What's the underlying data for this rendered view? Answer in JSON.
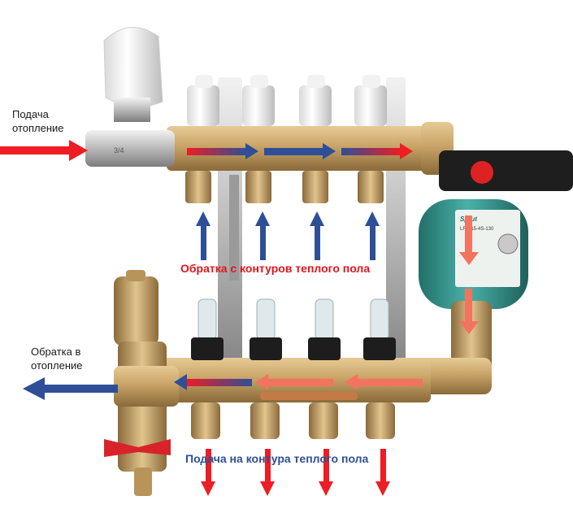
{
  "labels": {
    "supply_heating": [
      "Подача",
      "отопление"
    ],
    "return_heating": [
      "Обратка в",
      "отопление"
    ],
    "return_circuits": "Обратка с контуров теплого пола",
    "supply_circuits": "Подача на контура теплого пола"
  },
  "markings": {
    "valve": "3/4",
    "pump_brand": "Sprut",
    "pump_model": "LRS 15-4S-130"
  },
  "colors": {
    "hot": "#ee1c24",
    "hot_light": "#f4735e",
    "cold": "#2e4f97",
    "brass": "#c9a468",
    "pump": "#3a9e96"
  },
  "icons": [
    "thermostatic-head-icon",
    "pump-icon",
    "flowmeter-icon",
    "air-vent-icon",
    "drain-valve-icon",
    "flow-arrow-icon"
  ]
}
